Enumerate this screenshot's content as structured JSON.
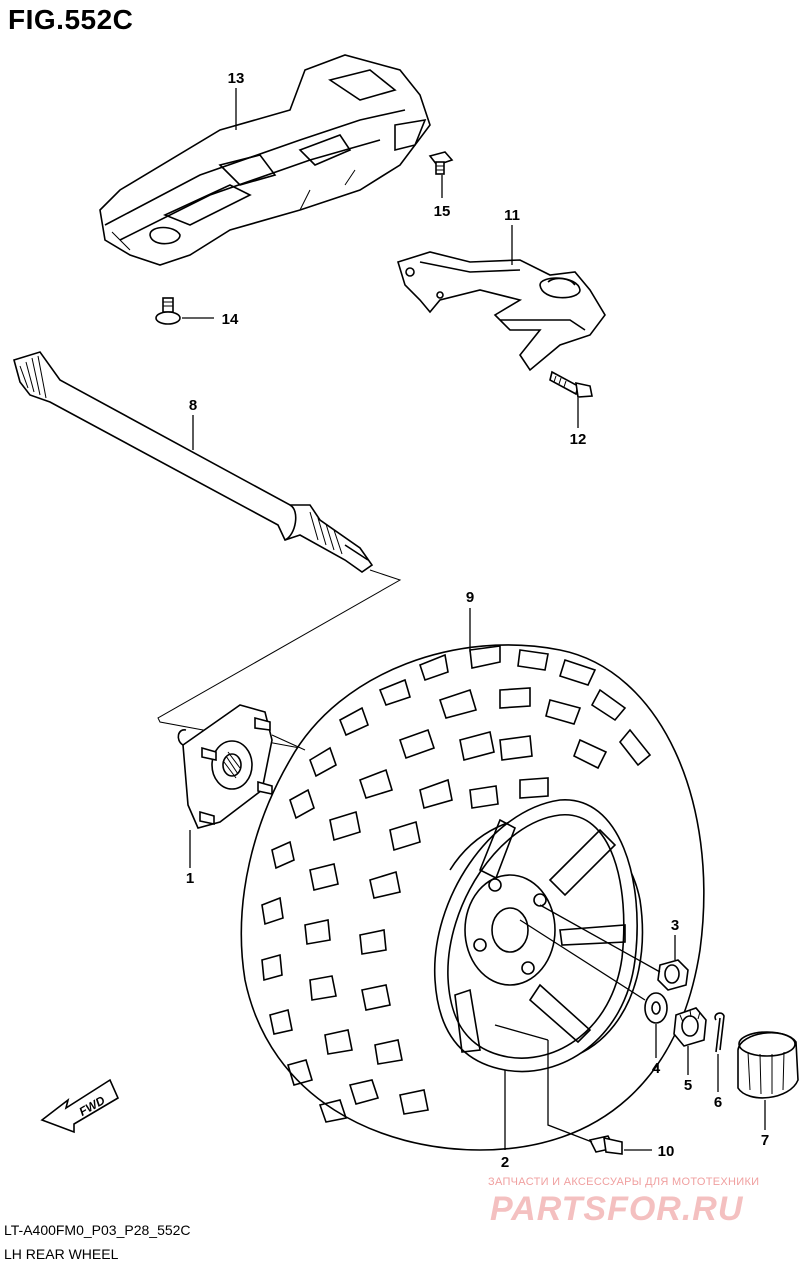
{
  "figure": {
    "title": "FIG.552C",
    "code": "LT-A400FM0_P03_P28_552C",
    "name": "LH REAR WHEEL"
  },
  "callouts": [
    "1",
    "2",
    "3",
    "4",
    "5",
    "6",
    "7",
    "8",
    "9",
    "10",
    "11",
    "12",
    "13",
    "14",
    "15"
  ],
  "direction_label": "FWD",
  "watermark": {
    "tagline": "ЗАПЧАСТИ И АКСЕССУАРЫ ДЛЯ МОТОТЕХНИКИ",
    "logo": "PARTSFOR.RU"
  }
}
